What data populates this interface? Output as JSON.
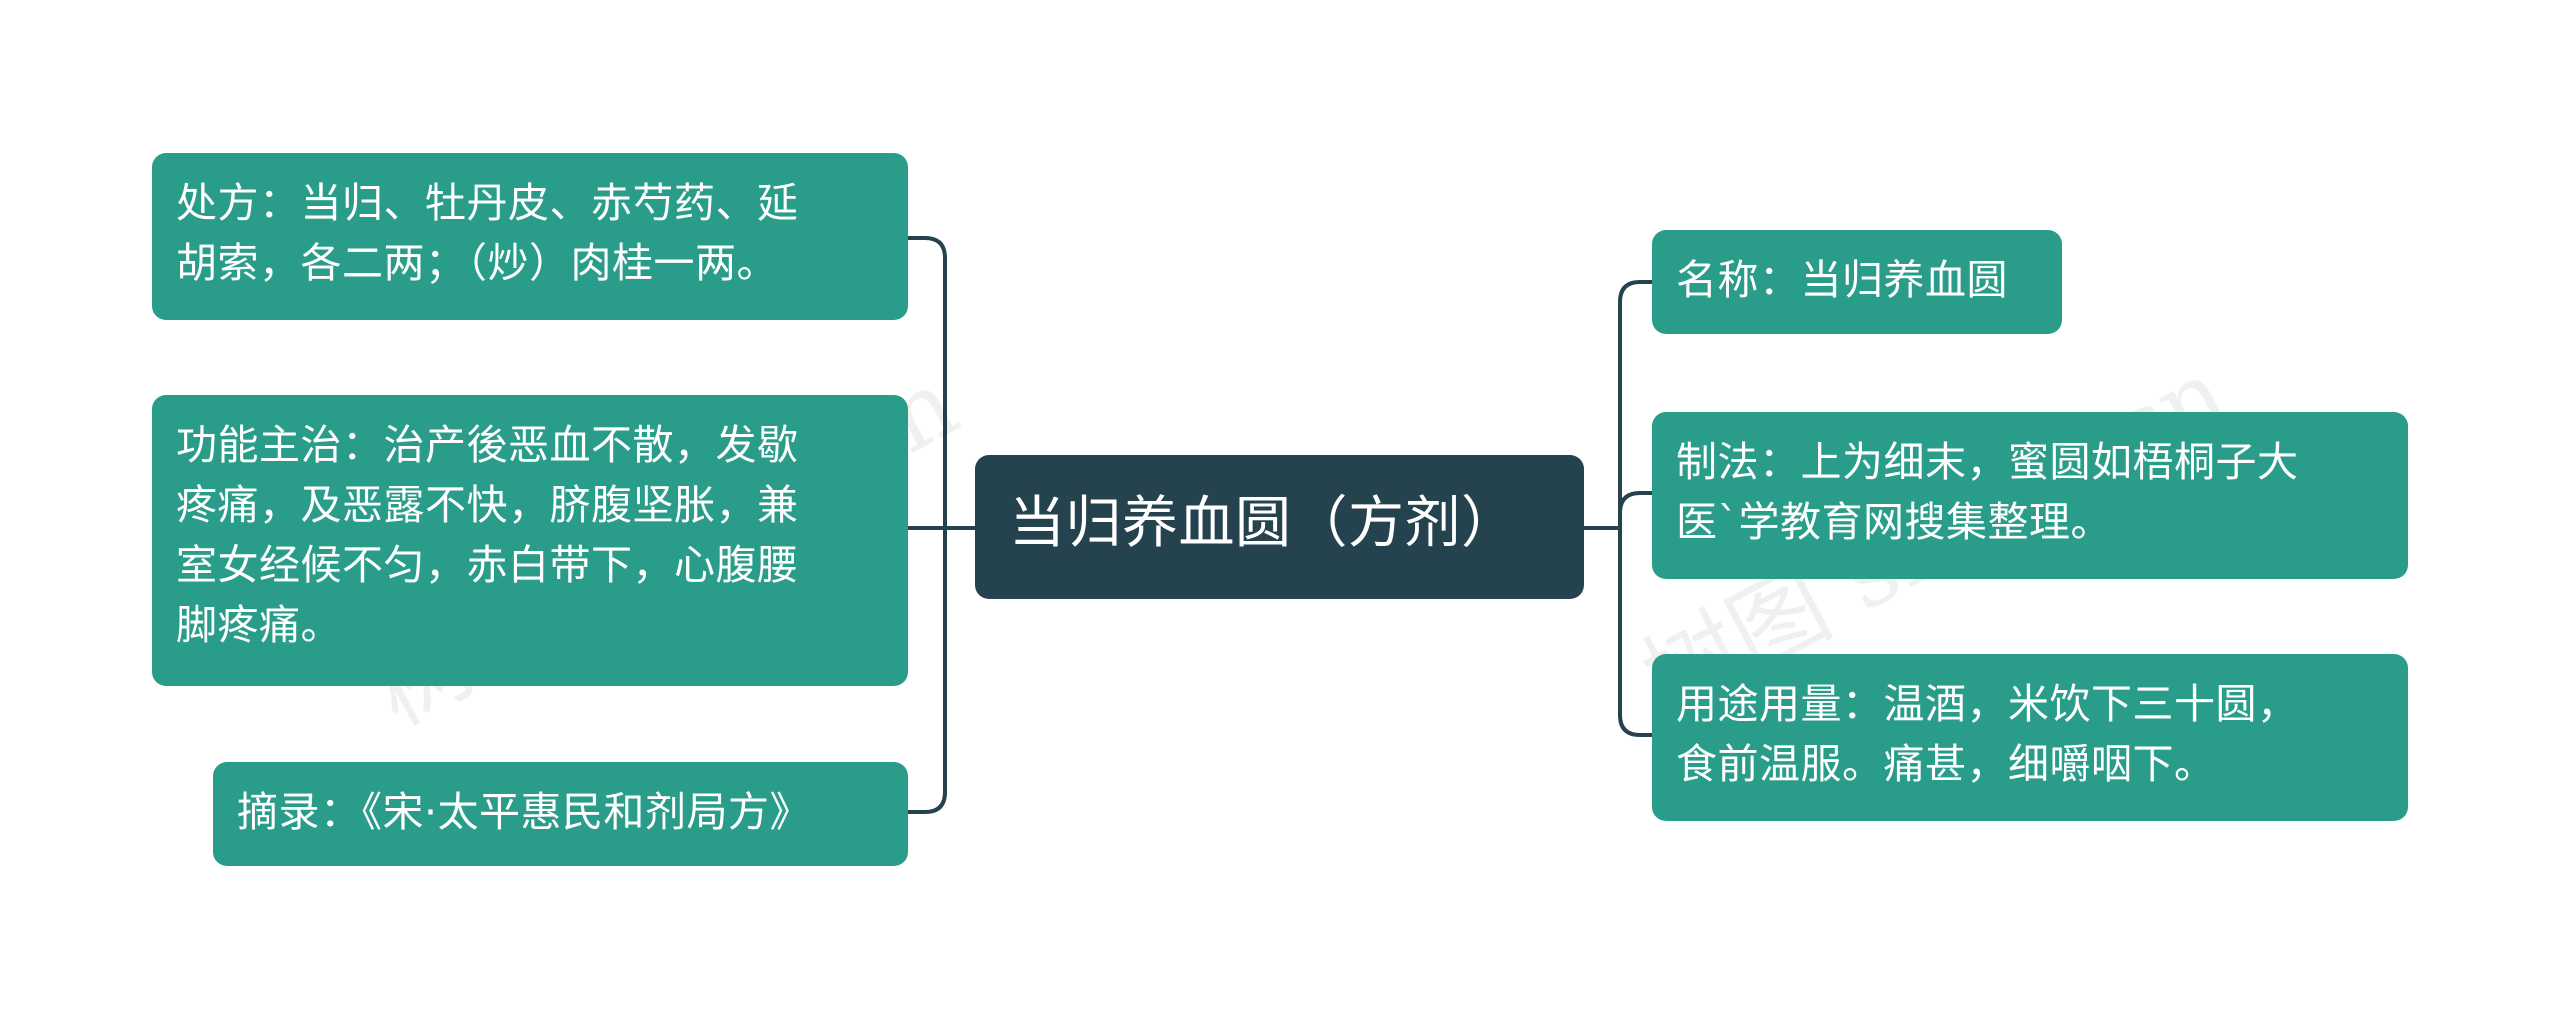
{
  "colors": {
    "root_fill": "#25424f",
    "leaf_fill": "#2a9d8a",
    "connector": "#25424f",
    "text": "#ffffff"
  },
  "watermark": {
    "text": "树图 shutu.cn"
  },
  "root": {
    "label": "当归养血圆（方剂）"
  },
  "left_branches": [
    {
      "label": "处方：当归、牡丹皮、赤芍药、延\n胡索，各二两；（炒）肉桂一两。"
    },
    {
      "label": "功能主治：治产後恶血不散，发歇\n疼痛，及恶露不快，脐腹坚胀，兼\n室女经候不匀，赤白带下，心腹腰\n脚疼痛。"
    },
    {
      "label": "摘录：《宋·太平惠民和剂局方》"
    }
  ],
  "right_branches": [
    {
      "label": "名称：当归养血圆"
    },
    {
      "label": "制法：上为细末，蜜圆如梧桐子大\n医`学教育网搜集整理。"
    },
    {
      "label": "用途用量：温酒，米饮下三十圆，\n食前温服。痛甚，细嚼咽下。"
    }
  ]
}
